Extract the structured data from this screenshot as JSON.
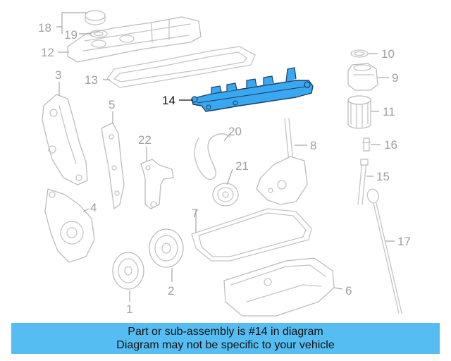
{
  "diagram": {
    "callouts": {
      "c1": "1",
      "c2": "2",
      "c3": "3",
      "c4": "4",
      "c5": "5",
      "c6": "6",
      "c7": "7",
      "c8": "8",
      "c9": "9",
      "c10": "10",
      "c11": "11",
      "c12": "12",
      "c13": "13",
      "c14": "14",
      "c15": "15",
      "c16": "16",
      "c17": "17",
      "c18": "18",
      "c19": "19",
      "c20": "20",
      "c21": "21",
      "c22": "22"
    },
    "highlighted_callout": "14",
    "highlight_color": "#3aa8f0"
  },
  "banner": {
    "line1": "Part or sub-assembly is #14 in diagram",
    "line2": "Diagram may not be specific to your vehicle",
    "background": "#55bdf1"
  }
}
